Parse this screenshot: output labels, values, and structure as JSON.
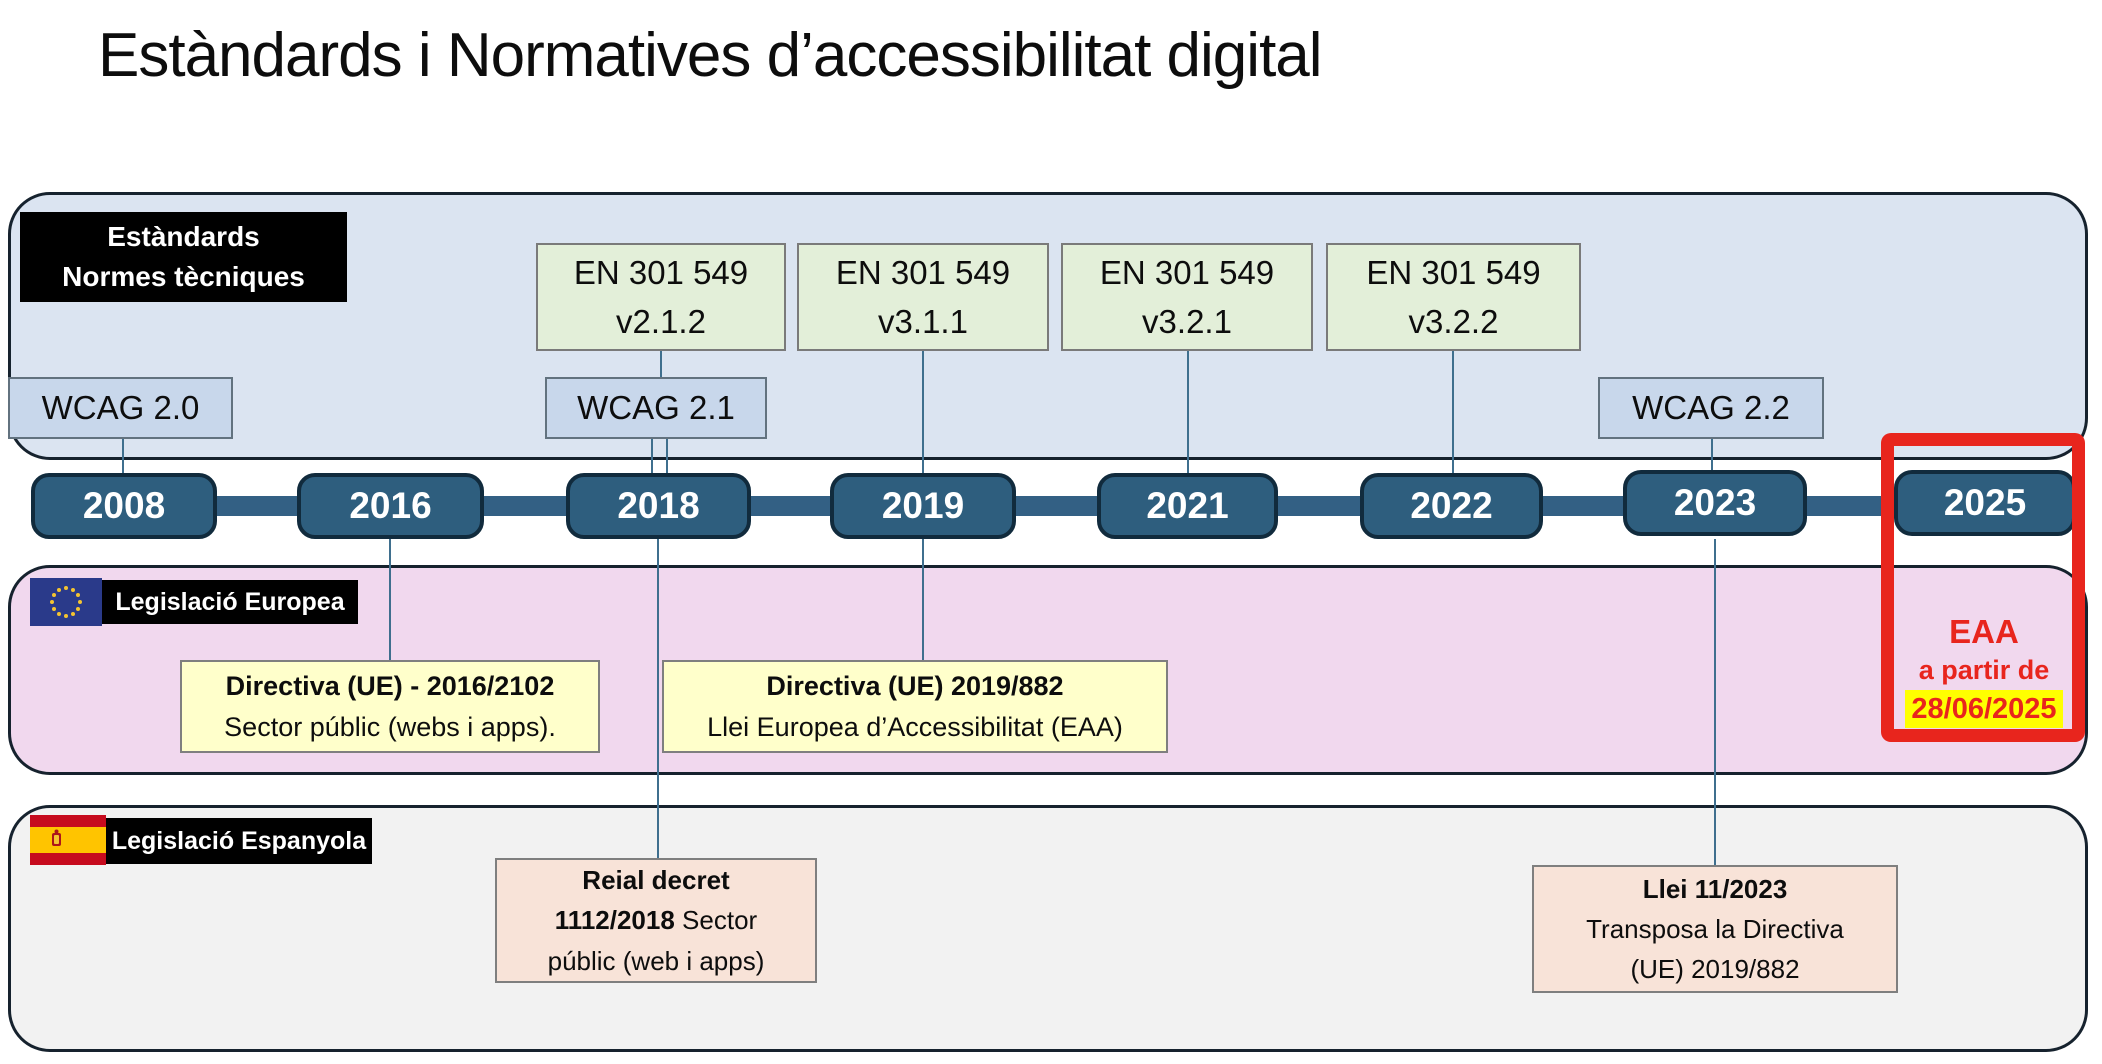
{
  "title": "Estàndards i Normatives d’accessibilitat digital",
  "standards": {
    "label_line1": "Estàndards",
    "label_line2": "Normes tècniques",
    "en_boxes": [
      {
        "line1": "EN 301 549",
        "line2": "v2.1.2"
      },
      {
        "line1": "EN 301 549",
        "line2": "v3.1.1"
      },
      {
        "line1": "EN 301 549",
        "line2": "v3.2.1"
      },
      {
        "line1": "EN 301 549",
        "line2": "v3.2.2"
      }
    ],
    "wcag_boxes": [
      {
        "label": "WCAG 2.0"
      },
      {
        "label": "WCAG 2.1"
      },
      {
        "label": "WCAG 2.2"
      }
    ]
  },
  "timeline": {
    "years": [
      "2008",
      "2016",
      "2018",
      "2019",
      "2021",
      "2022",
      "2023",
      "2025"
    ]
  },
  "eu_legislation": {
    "label": "Legislació Europea",
    "flag_icon": "eu-flag",
    "directives": [
      {
        "title": "Directiva (UE) - 2016/2102",
        "subtitle": "Sector públic (webs i apps)."
      },
      {
        "title": "Directiva (UE) 2019/882",
        "subtitle": "Llei Europea d’Accessibilitat (EAA)"
      }
    ],
    "eaa": {
      "line1": "EAA",
      "line2": "a partir de",
      "line3": "28/06/2025"
    }
  },
  "es_legislation": {
    "label": "Legislació Espanyola",
    "flag_icon": "spain-flag",
    "boxes": [
      {
        "line1": "Reial decret",
        "line2_bold": "1112/2018",
        "line2_rest": " Sector",
        "line3": "públic (web i apps)"
      },
      {
        "line1": "Llei 11/2023",
        "line2": "Transposa la Directiva",
        "line3": "(UE) 2019/882"
      }
    ]
  },
  "colors": {
    "accent_red": "#e8251d",
    "highlight_yellow": "#ffff00",
    "pill_blue": "#2e5e7e",
    "band_standards": "#dbe4f1",
    "band_eu": "#f1d8ee",
    "band_es": "#f2f2f2",
    "en_box_green": "#e3efd9",
    "wcag_box_blue": "#c8d7eb",
    "directive_yellow": "#ffffcb",
    "decree_peach": "#f8e3d8"
  }
}
